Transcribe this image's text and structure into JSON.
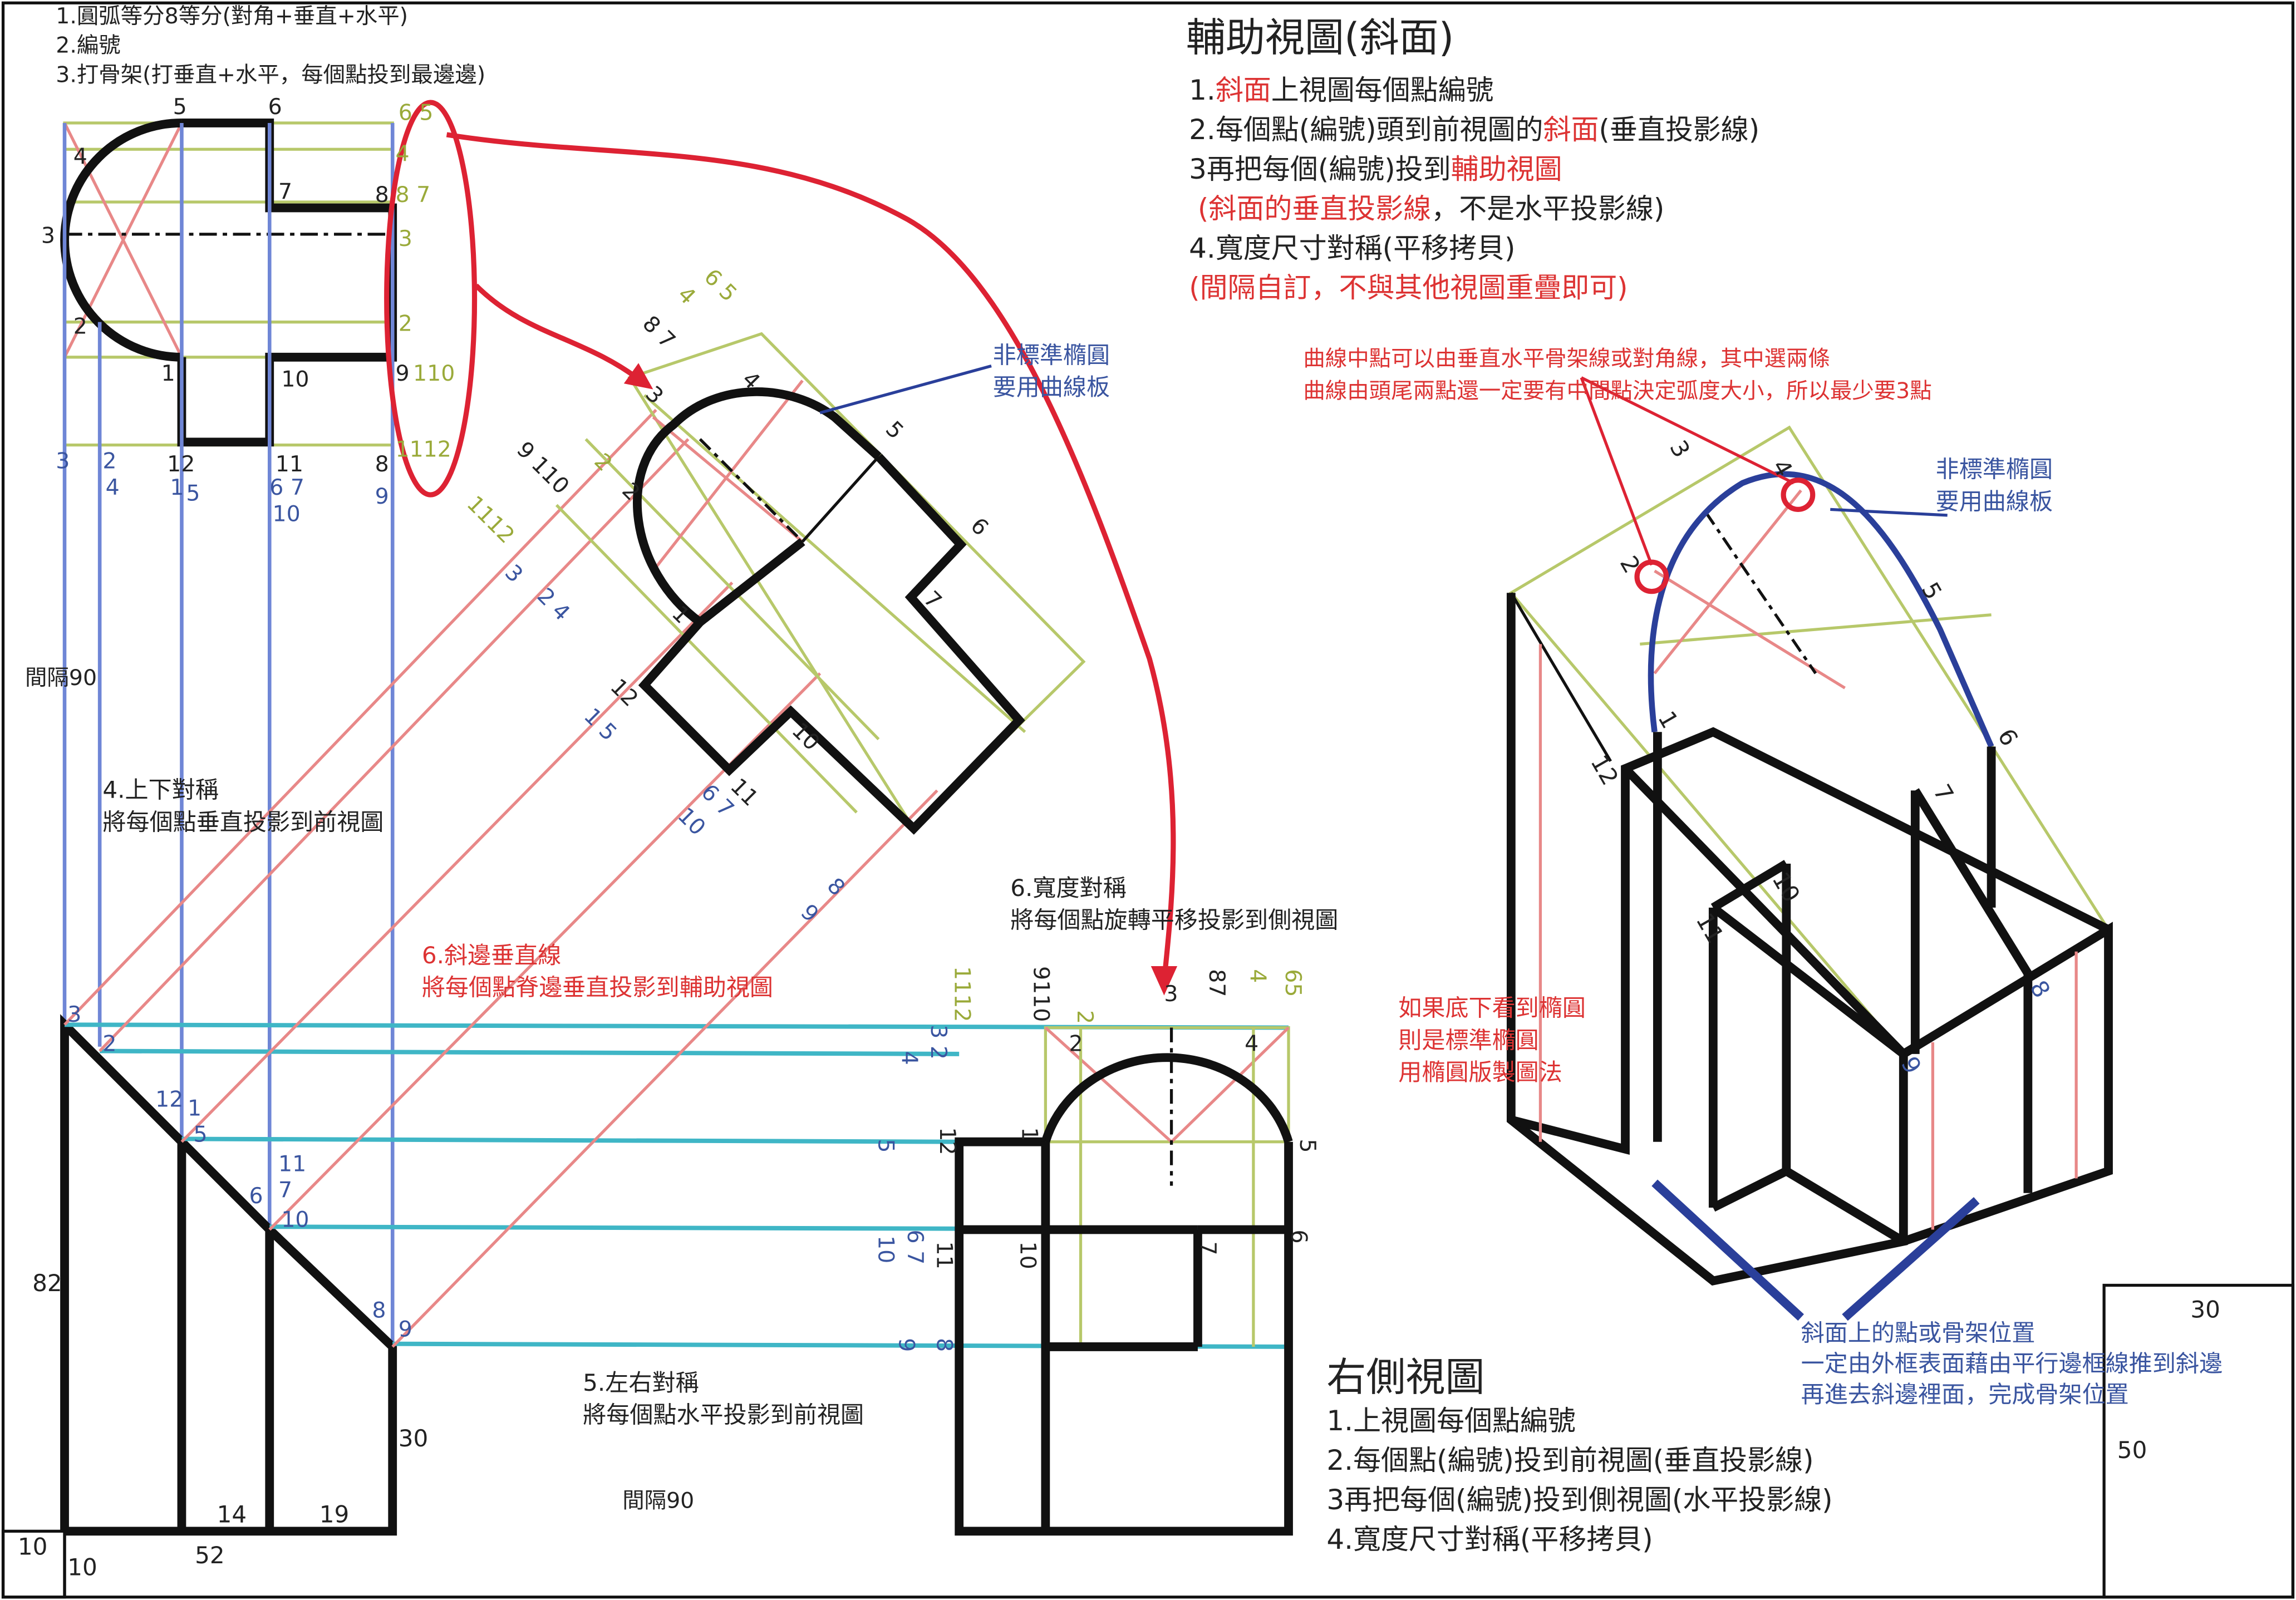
{
  "top_left_steps": [
    "1.圓弧等分8等分(對角+垂直+水平)",
    "2.編號",
    "3.打骨架(打垂直+水平，每個點投到最邊邊)"
  ],
  "aux_title": "輔助視圖(斜面)",
  "aux_steps": [
    {
      "prefix": "1.",
      "red": "斜面",
      "suffix": "上視圖每個點編號"
    },
    {
      "prefix": "2.每個點(編號)頭到前視圖的",
      "red": "斜面",
      "suffix": "(垂直投影線)"
    },
    {
      "prefix": "3再把每個(編號)投到",
      "red": "輔助視圖",
      "suffix": ""
    }
  ],
  "aux_note_red": "(斜面的垂直投影線",
  "aux_note_black": "，不是水平投影線)",
  "aux_step4": "4.寬度尺寸對稱(平移拷貝)",
  "aux_red_note": "(間隔自訂，不與其他視圖重疊即可)",
  "curve_note": [
    "曲線中點可以由垂直水平骨架線或對角線，其中選兩條",
    "曲線由頭尾兩點還一定要有中間點決定弧度大小，所以最少要3點"
  ],
  "nonstd_ellipse": [
    "非標準橢圓",
    "要用曲線板"
  ],
  "nonstd_ellipse2": [
    "非標準橢圓",
    "要用曲線板"
  ],
  "spacing_90_left": "間隔90",
  "spacing_90_bottom": "間隔90",
  "step4": [
    "4.上下對稱",
    "將每個點垂直投影到前視圖"
  ],
  "step5": [
    "5.左右對稱",
    "將每個點水平投影到前視圖"
  ],
  "step6_red": [
    "6.斜邊垂直線",
    "將每個點脊邊垂直投影到輔助視圖"
  ],
  "step6_width": [
    "6.寬度對稱",
    "將每個點旋轉平移投影到側視圖"
  ],
  "iso_note": [
    "如果底下看到橢圓",
    "則是標準橢圓",
    "用橢圓版製圖法"
  ],
  "slant_note": [
    "斜面上的點或骨架位置",
    "一定由外框表面藉由平行邊框線推到斜邊",
    "再進去斜邊裡面，完成骨架位置"
  ],
  "right_title": "右側視圖",
  "right_steps": [
    "1.上視圖每個點編號",
    "2.每個點(編號)投到前視圖(垂直投影線)",
    "3再把每個(編號)投到側視圖(水平投影線)",
    "4.寬度尺寸對稱(平移拷貝)"
  ],
  "dims": {
    "d82": "82",
    "d30": "30",
    "d14": "14",
    "d19": "19",
    "d52": "52",
    "d10a": "10",
    "d10b": "10",
    "box30": "30",
    "box50": "50"
  },
  "top_labels": {
    "n5": "5",
    "n6": "6",
    "n4": "4",
    "n3": "3",
    "n2": "2",
    "n7": "7",
    "n1": "1",
    "n10": "10",
    "n8": "8",
    "n9": "9",
    "g65": "6 5",
    "g4": "4",
    "g87": "8 7",
    "g3": "3",
    "g2": "2",
    "g110": "110",
    "g1112": "1112",
    "u3": "3",
    "u2": "2",
    "u4": "4",
    "u12": "12",
    "u1": "1",
    "u5": "5",
    "u11": "11",
    "u67": "6 7",
    "u10": "10",
    "u8": "8",
    "u9": "9"
  },
  "front_labels": {
    "f3": "3",
    "f2": "2",
    "f12": "12",
    "f1": "1",
    "f5": "5",
    "f11": "11",
    "f7": "7",
    "f6": "6",
    "f10": "10",
    "f8": "8",
    "f9": "9"
  },
  "aux_labels": {
    "a65": "6 5",
    "a4": "4",
    "a87": "8 7",
    "a3": "3",
    "a9110": "9 110",
    "a2": "2",
    "a1112": "1112",
    "a3b": "3",
    "a24": "2 4",
    "a15": "1 5",
    "a12": "12",
    "a1": "1",
    "a2in": "2",
    "a4in": "4",
    "a5": "5",
    "a6": "6",
    "a7": "7",
    "a10": "10",
    "a11": "11",
    "a67": "6 7",
    "a10b": "10",
    "a8": "8",
    "a9": "9",
    "a3c": "3"
  },
  "side_labels": {
    "s1112": "1112",
    "s9110": "9110",
    "s2": "2",
    "s3": "3",
    "s87": "87",
    "s4": "4",
    "s65": "65",
    "s32": "3 2",
    "s4b": "4",
    "s1": "1",
    "s12": "12",
    "s5": "5",
    "s5b": "5",
    "s11": "11",
    "s10": "10",
    "s67": "6 7",
    "s10b": "10",
    "s7": "7",
    "s6": "6",
    "s9": "9",
    "s8": "8",
    "s2in": "2",
    "s4in": "4"
  },
  "iso_labels": {
    "i3": "3",
    "i4": "4",
    "i2": "2",
    "i5": "5",
    "i1": "1",
    "i12": "12",
    "i6": "6",
    "i7": "7",
    "i10": "10",
    "i11": "11",
    "i8": "8",
    "i9": "9"
  }
}
